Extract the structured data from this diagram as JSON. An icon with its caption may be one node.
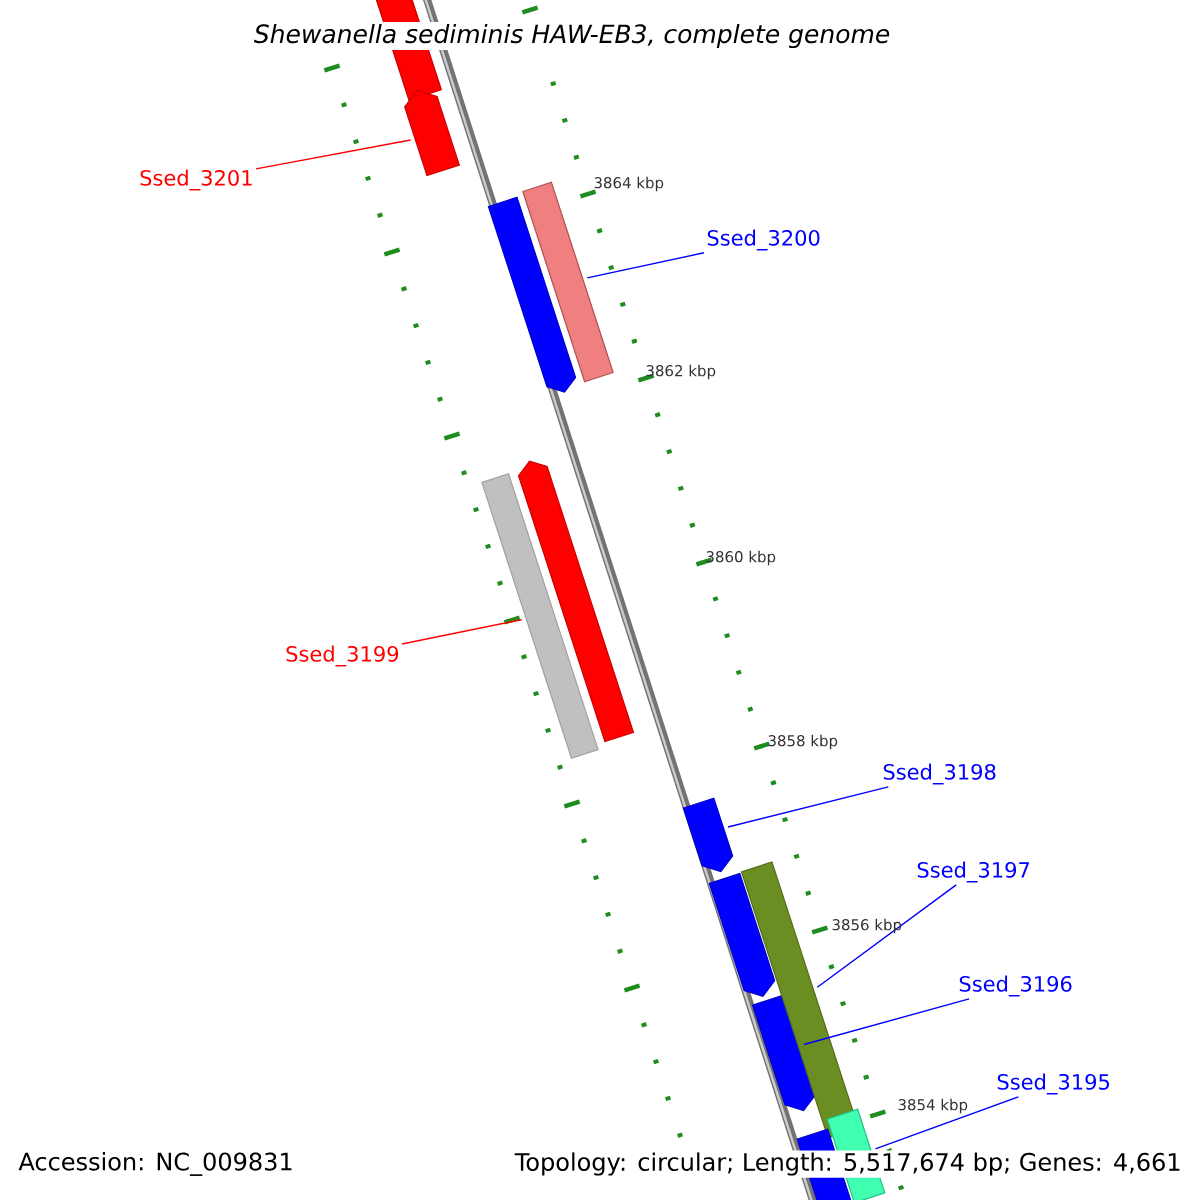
{
  "diagram": {
    "title": "Shewanella sediminis HAW-EB3, complete genome",
    "nodes": [
      {
        "text": [],
        "shape": "bar"
      },
      {
        "text": [],
        "shape": "arrow"
      },
      {
        "text": [],
        "shape": "arrow"
      },
      {
        "text": [],
        "shape": "bar"
      },
      {
        "text": [],
        "shape": "bar"
      },
      {
        "text": [],
        "shape": "arrow"
      },
      {
        "text": [],
        "shape": "arrow"
      },
      {
        "text": [],
        "shape": "arrow"
      },
      {
        "text": [],
        "shape": "arrow"
      },
      {
        "text": [],
        "shape": "bar"
      },
      {
        "text": [],
        "shape": "bar"
      },
      {
        "text": [],
        "shape": "bar"
      },
      {
        "text": [
          "Ssed_3201"
        ]
      },
      {
        "text": [
          "Ssed_3200"
        ]
      },
      {
        "text": [
          "Ssed_3199"
        ]
      },
      {
        "text": [
          "Ssed_3198"
        ]
      },
      {
        "text": [
          "Ssed_3197"
        ]
      },
      {
        "text": [
          "Ssed_3196"
        ]
      },
      {
        "text": [
          "Ssed_3195"
        ]
      }
    ],
    "edges": [
      {
        "from": 12,
        "to": 1,
        "arrow": "none",
        "color": "#ff0000"
      },
      {
        "from": 13,
        "to": 3,
        "arrow": "none"
      },
      {
        "from": 14,
        "to": 4,
        "arrow": "none",
        "color": "#ff0000"
      },
      {
        "from": 15,
        "to": 6,
        "arrow": "none"
      },
      {
        "from": 16,
        "to": 9,
        "arrow": "none"
      },
      {
        "from": 17,
        "to": 8,
        "arrow": "none"
      },
      {
        "from": 18,
        "to": 10,
        "arrow": "none"
      }
    ],
    "labels": [
      "3864 kbp",
      "3862 kbp",
      "3860 kbp",
      "3858 kbp",
      "3856 kbp",
      "3854 kbp",
      "Accession: NC_009831",
      "Topology: circular; Length: 5,517,674 bp; Genes: 4,661"
    ]
  }
}
